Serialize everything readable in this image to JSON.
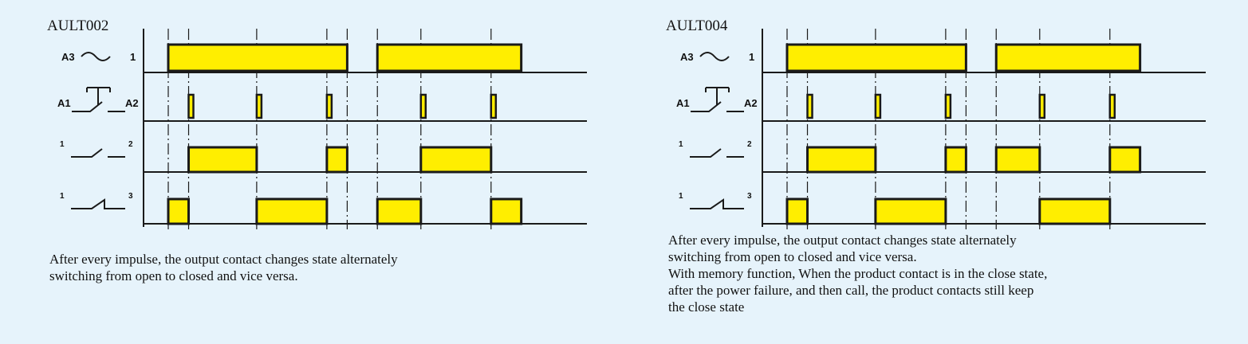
{
  "diagrams": [
    {
      "title": "AULT002",
      "rows": [
        {
          "label": "A3",
          "suffix": "1",
          "kind": "supply"
        },
        {
          "label_left": "A1",
          "label_right": "A2",
          "kind": "button"
        },
        {
          "label_left": "1",
          "label_right": "2",
          "kind": "no-contact"
        },
        {
          "label_left": "1",
          "label_right": "3",
          "kind": "nc-contact"
        }
      ],
      "description": [
        "After every impulse, the output contact changes state alternately",
        "switching from open to closed and vice versa."
      ],
      "timing": {
        "supply": [
          [
            0,
            2.55
          ],
          [
            2.98,
            5.03
          ]
        ],
        "pulses": [
          0.29,
          1.26,
          2.26,
          3.6,
          4.6
        ],
        "no_contact": [
          [
            0.29,
            1.26
          ],
          [
            2.26,
            2.55
          ],
          [
            3.6,
            4.6
          ]
        ],
        "nc_contact": [
          [
            0,
            0.29
          ],
          [
            1.26,
            2.26
          ],
          [
            2.98,
            3.6
          ],
          [
            4.6,
            5.03
          ]
        ]
      }
    },
    {
      "title": "AULT004",
      "rows": [
        {
          "label": "A3",
          "suffix": "1",
          "kind": "supply"
        },
        {
          "label_left": "A1",
          "label_right": "A2",
          "kind": "button"
        },
        {
          "label_left": "1",
          "label_right": "2",
          "kind": "no-contact"
        },
        {
          "label_left": "1",
          "label_right": "3",
          "kind": "nc-contact"
        }
      ],
      "description": [
        "After every impulse, the output contact changes state alternately",
        "switching from open to closed and vice versa.",
        "With memory function, When the product contact is in the close state,",
        "after the power failure, and then call, the product contacts still keep",
        "the close state"
      ],
      "timing": {
        "supply": [
          [
            0,
            2.55
          ],
          [
            2.98,
            5.03
          ]
        ],
        "pulses": [
          0.29,
          1.26,
          2.26,
          3.6,
          4.6
        ],
        "no_contact": [
          [
            0.29,
            1.26
          ],
          [
            2.26,
            2.55
          ],
          [
            2.98,
            3.6
          ],
          [
            4.6,
            5.03
          ]
        ],
        "nc_contact": [
          [
            0,
            0.29
          ],
          [
            1.26,
            2.26
          ],
          [
            3.6,
            4.6
          ]
        ]
      }
    }
  ]
}
